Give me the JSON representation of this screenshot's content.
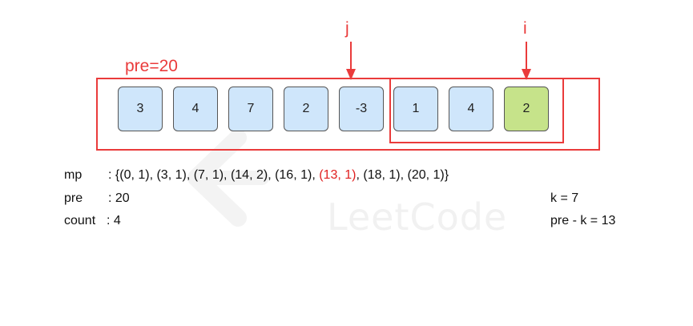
{
  "pre_label": "pre=20",
  "pointers": {
    "j": "j",
    "i": "i"
  },
  "cells": [
    {
      "value": "3",
      "active": false
    },
    {
      "value": "4",
      "active": false
    },
    {
      "value": "7",
      "active": false
    },
    {
      "value": "2",
      "active": false
    },
    {
      "value": "-3",
      "active": false
    },
    {
      "value": "1",
      "active": false
    },
    {
      "value": "4",
      "active": false
    },
    {
      "value": "2",
      "active": true
    }
  ],
  "mp": {
    "label": "mp",
    "open": ": {",
    "pairs": [
      "(0, 1)",
      "(3, 1)",
      "(7, 1)",
      "(14, 2)",
      "(16, 1)",
      "(13, 1)",
      "(18, 1)",
      "(20, 1)"
    ],
    "highlight_index": 5,
    "sep": ", ",
    "close": "}"
  },
  "pre": {
    "label": "pre",
    "value": ": 20"
  },
  "count": {
    "label": "count",
    "value": ": 4"
  },
  "k": "k = 7",
  "pre_minus_k": "pre - k = 13",
  "watermark": "LeetCode",
  "colors": {
    "accent": "#ea3b3b",
    "cell": "#cfe6fb",
    "active_cell": "#c6e38a",
    "highlight": "#e02020"
  }
}
